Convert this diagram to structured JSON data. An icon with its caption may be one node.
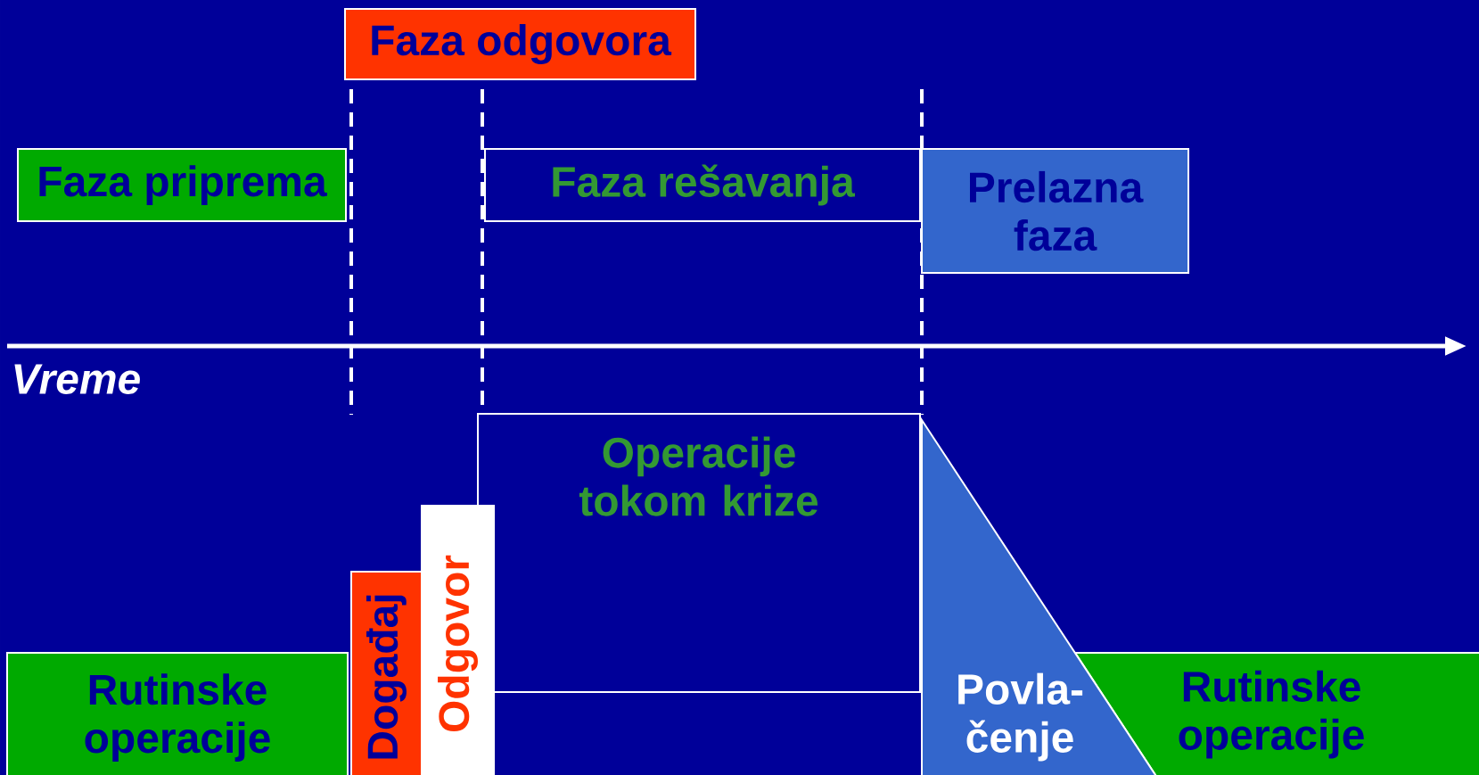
{
  "diagram": {
    "nodes": [
      {
        "text": [
          "Faza odgovora"
        ]
      },
      {
        "text": [
          "Faza priprema"
        ]
      },
      {
        "text": [
          "Faza rešavanja"
        ]
      },
      {
        "text": [
          "Prelazna faza"
        ]
      },
      {
        "text": [
          "Operacije tokom krize"
        ]
      },
      {
        "text": [
          "Odgovor"
        ]
      },
      {
        "text": [
          "Događaj"
        ]
      },
      {
        "text": [
          "Rutinske operacije"
        ]
      },
      {
        "text": [
          "Povla- čenje"
        ]
      },
      {
        "text": [
          "Rutinske operacije"
        ]
      }
    ],
    "labels": [
      "Vreme"
    ]
  }
}
